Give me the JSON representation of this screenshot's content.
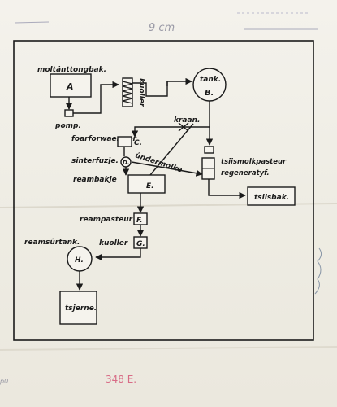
{
  "sheet": {
    "scale_note": "9 cm",
    "stamp_number": "348 E.",
    "corner_mark": "p0"
  },
  "diagram": {
    "title_tank_a": "moltänttongbak.",
    "box_a": "A",
    "pump": "pomp.",
    "cooler_top": "kuoller",
    "tank_b": "tank.",
    "tank_b_letter": "B.",
    "valve": "kraan.",
    "preheater": "foarforwaermer",
    "preheater_letter": "C.",
    "centrifuge": "sinterfuzje.",
    "centrifuge_letter": "D.",
    "skim": "ûndermolke",
    "cream_tank": "reambakje",
    "cream_tank_letter": "E.",
    "pasteurizer": "tsiismolkpasteur",
    "regenerative": "regeneratyf.",
    "cheese_tank": "tsiisbak.",
    "cream_pasteurizer": "reampasteur",
    "cream_pasteurizer_letter": "F.",
    "cream_cooler": "kuoller",
    "cream_cooler_letter": "G.",
    "cream_sour_tank": "reamsûrtank.",
    "cream_sour_tank_letter": "H.",
    "churn": "tsjerne."
  }
}
